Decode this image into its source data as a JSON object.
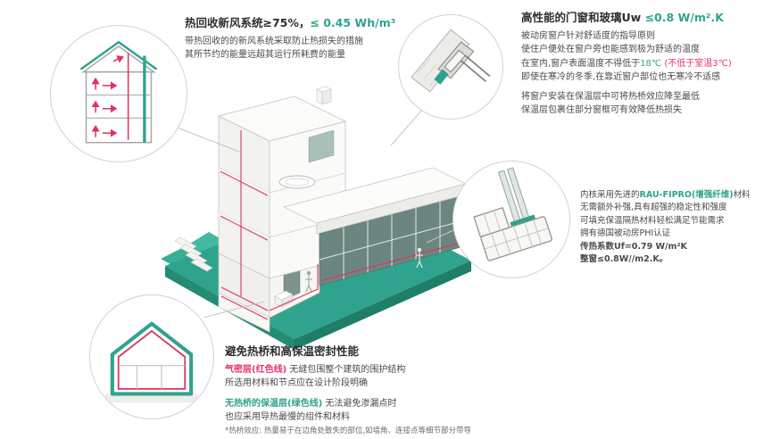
{
  "colors": {
    "accent_teal": "#2FA38D",
    "accent_red": "#E5346A",
    "pipe_red": "#E0315F",
    "platform_teal": "#2FA38D",
    "text_dark": "#3C3C3C"
  },
  "illustrations": {
    "center": "isometric-cutaway-passive-house-on-teal-terraced-platform",
    "top_left_circle": "multi-storey-section-with-red-airflow-arrows",
    "top_right_circle": "window-corner-installation-detail",
    "right_circle": "window-frame-profile-cross-section",
    "bottom_left_circle": "house-section-with-green-insulation-and-red-airtight-lines"
  },
  "blocks": {
    "ventilation": {
      "title_black": "热回收新风系统≥75%，",
      "title_teal": "≤ 0.45 Wh/m³",
      "line1": "带热回收的的新风系统采取防止热损失的措施",
      "line2": "其所节约的能量远超其运行所耗费的能量"
    },
    "windows": {
      "title_black": "高性能的门窗和玻璃Uw ",
      "title_teal": "≤0.8 W/m².K",
      "line1": "被动房窗户针对舒适度的指导原则",
      "line2": "使住户便处在窗户旁也能感到极为舒适的温度",
      "line3_a": "在室内,窗户表面温度不得低于",
      "line3_b": "18℃",
      "line3_c": " (不低于室温3℃)",
      "line4": "即使在寒冷的冬季,在靠近窗户部位也无寒冷不适感",
      "line5": "将窗户安装在保温层中可将热桥效应降至最低",
      "line6": "保温层包裹住部分窗框可有效降低热损失"
    },
    "profile": {
      "line1_a": "内核采用先进的",
      "line1_b": "RAU-FIPRO(增强纤维)",
      "line1_c": "材料",
      "line2": "无需额外补强,具有超强的稳定性和强度",
      "line3": "可填充保温隔热材料轻松满足节能需求",
      "line4": "拥有德国被动房PHI认证",
      "line5": "传热系数Uf=0.79 W/m²K",
      "line6": "整窗≤0.8W//m2.K。"
    },
    "insulation": {
      "title": "避免热桥和高保温密封性能",
      "line1_a": "气密层(红色线)",
      "line1_b": " 无缝包围整个建筑的围护结构",
      "line2": "所选用材料和节点应在设计阶段明确",
      "line3_a": "无热桥的保温层(绿色线)",
      "line3_b": " 无法避免渗漏点时",
      "line4": "也应采用导热最慢的组件和材料",
      "note": "*热桥效应: 热量易于在边角处散失的部位,如墙角、连接点等细节部分带导"
    }
  }
}
